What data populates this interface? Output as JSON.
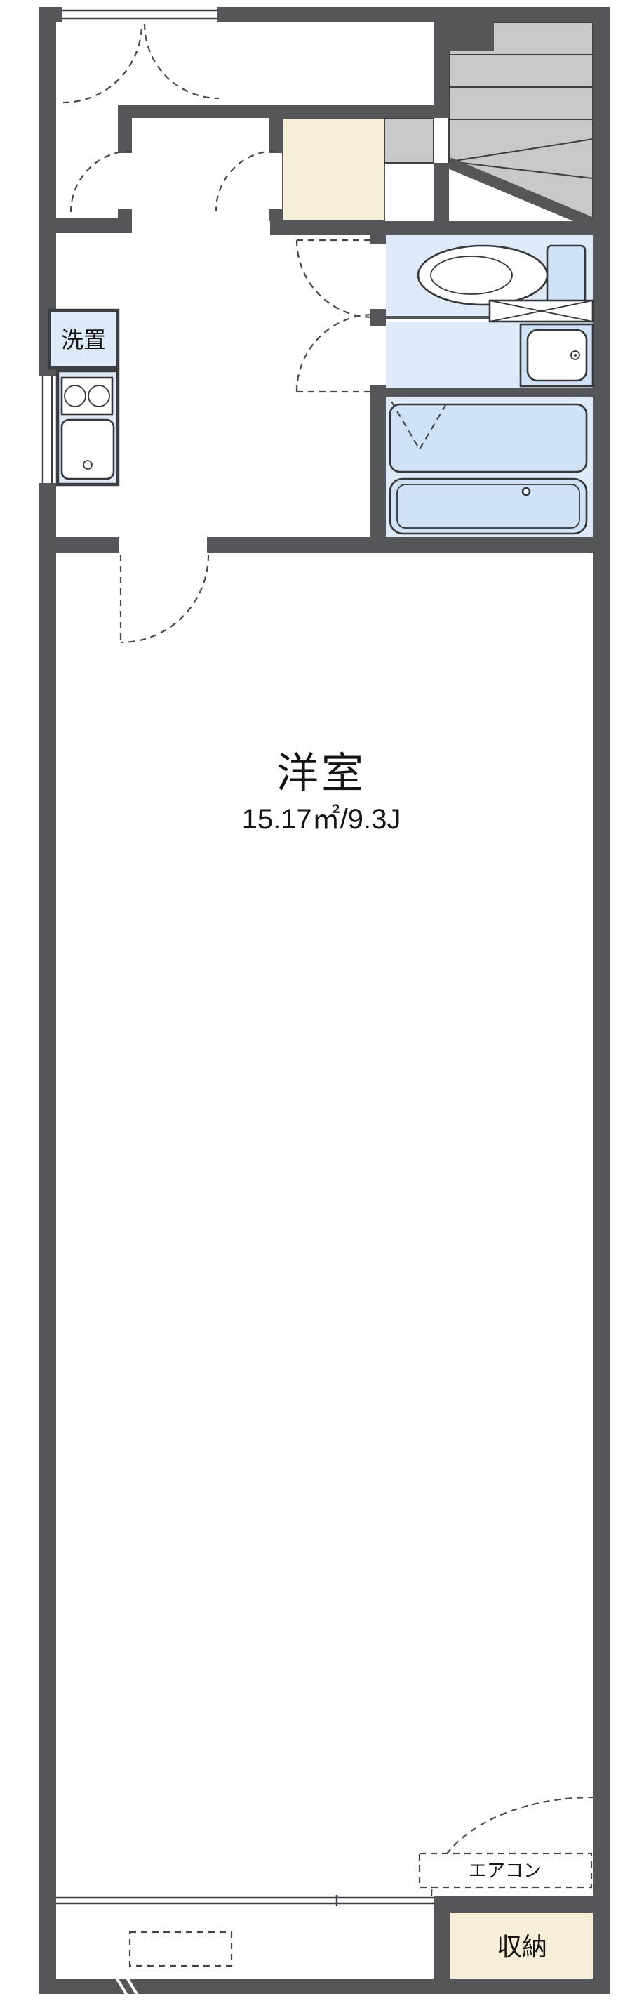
{
  "floorplan": {
    "type": "apartment-floor-plan",
    "labels": {
      "laundry": "洗置",
      "main_room": "洋室",
      "main_room_area": "15.17㎡/9.3J",
      "aircon": "エアコン",
      "storage": "収納"
    },
    "fixtures": [
      "staircase-icon",
      "entry-step",
      "toilet-icon",
      "hanging-cabinet-icon",
      "washbasin-icon",
      "bathtub-icon",
      "washer-space",
      "stove-icon",
      "kitchen-sink-icon",
      "air-conditioner",
      "storage-closet",
      "balcony"
    ],
    "colors": {
      "wall": "#55565a",
      "room_tint": "#dfeaf9",
      "fixture_tint": "#cfe2f7",
      "entry_cream": "#f6eed6",
      "stair_gray": "#c7c8ca",
      "line": "#3c3e42",
      "background": "#ffffff"
    }
  }
}
